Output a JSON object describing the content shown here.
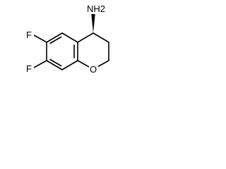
{
  "molecule": {
    "atoms": {
      "amine": "NH2",
      "fluorine_upper": "F",
      "fluorine_lower": "F",
      "ring_oxygen": "O"
    }
  }
}
